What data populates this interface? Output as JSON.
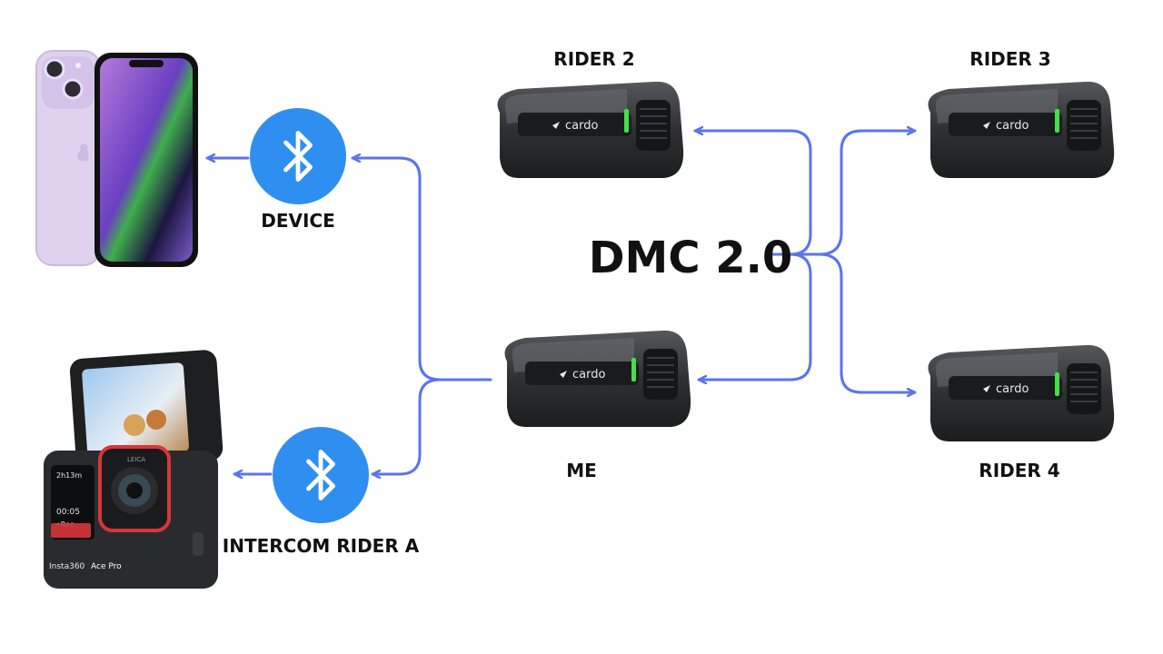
{
  "colors": {
    "connector": "#5b73f0",
    "bluetooth_badge": "#2f8ff0",
    "text": "#111111",
    "unit_body": "#2e2f31",
    "unit_led": "#44e04a"
  },
  "icons": {
    "device_badge": "bluetooth-icon",
    "intercom_badge": "bluetooth-icon",
    "phone": "smartphone-icon",
    "camera": "action-camera-icon",
    "headset_units": "intercom-unit-icon"
  },
  "labels": {
    "device": "DEVICE",
    "intercom_rider_a": "INTERCOM RIDER A",
    "center": "DMC 2.0",
    "me": "ME",
    "rider2": "RIDER 2",
    "rider3": "RIDER 3",
    "rider4": "RIDER 4"
  },
  "branding": {
    "unit_logo": "cardo",
    "camera_brand": "Insta360",
    "camera_model": "Ace Pro",
    "camera_lens": "LEICA",
    "camera_screen_time": "2h13m",
    "camera_screen_counter": "00:05",
    "camera_screen_rec": "•Rec"
  }
}
